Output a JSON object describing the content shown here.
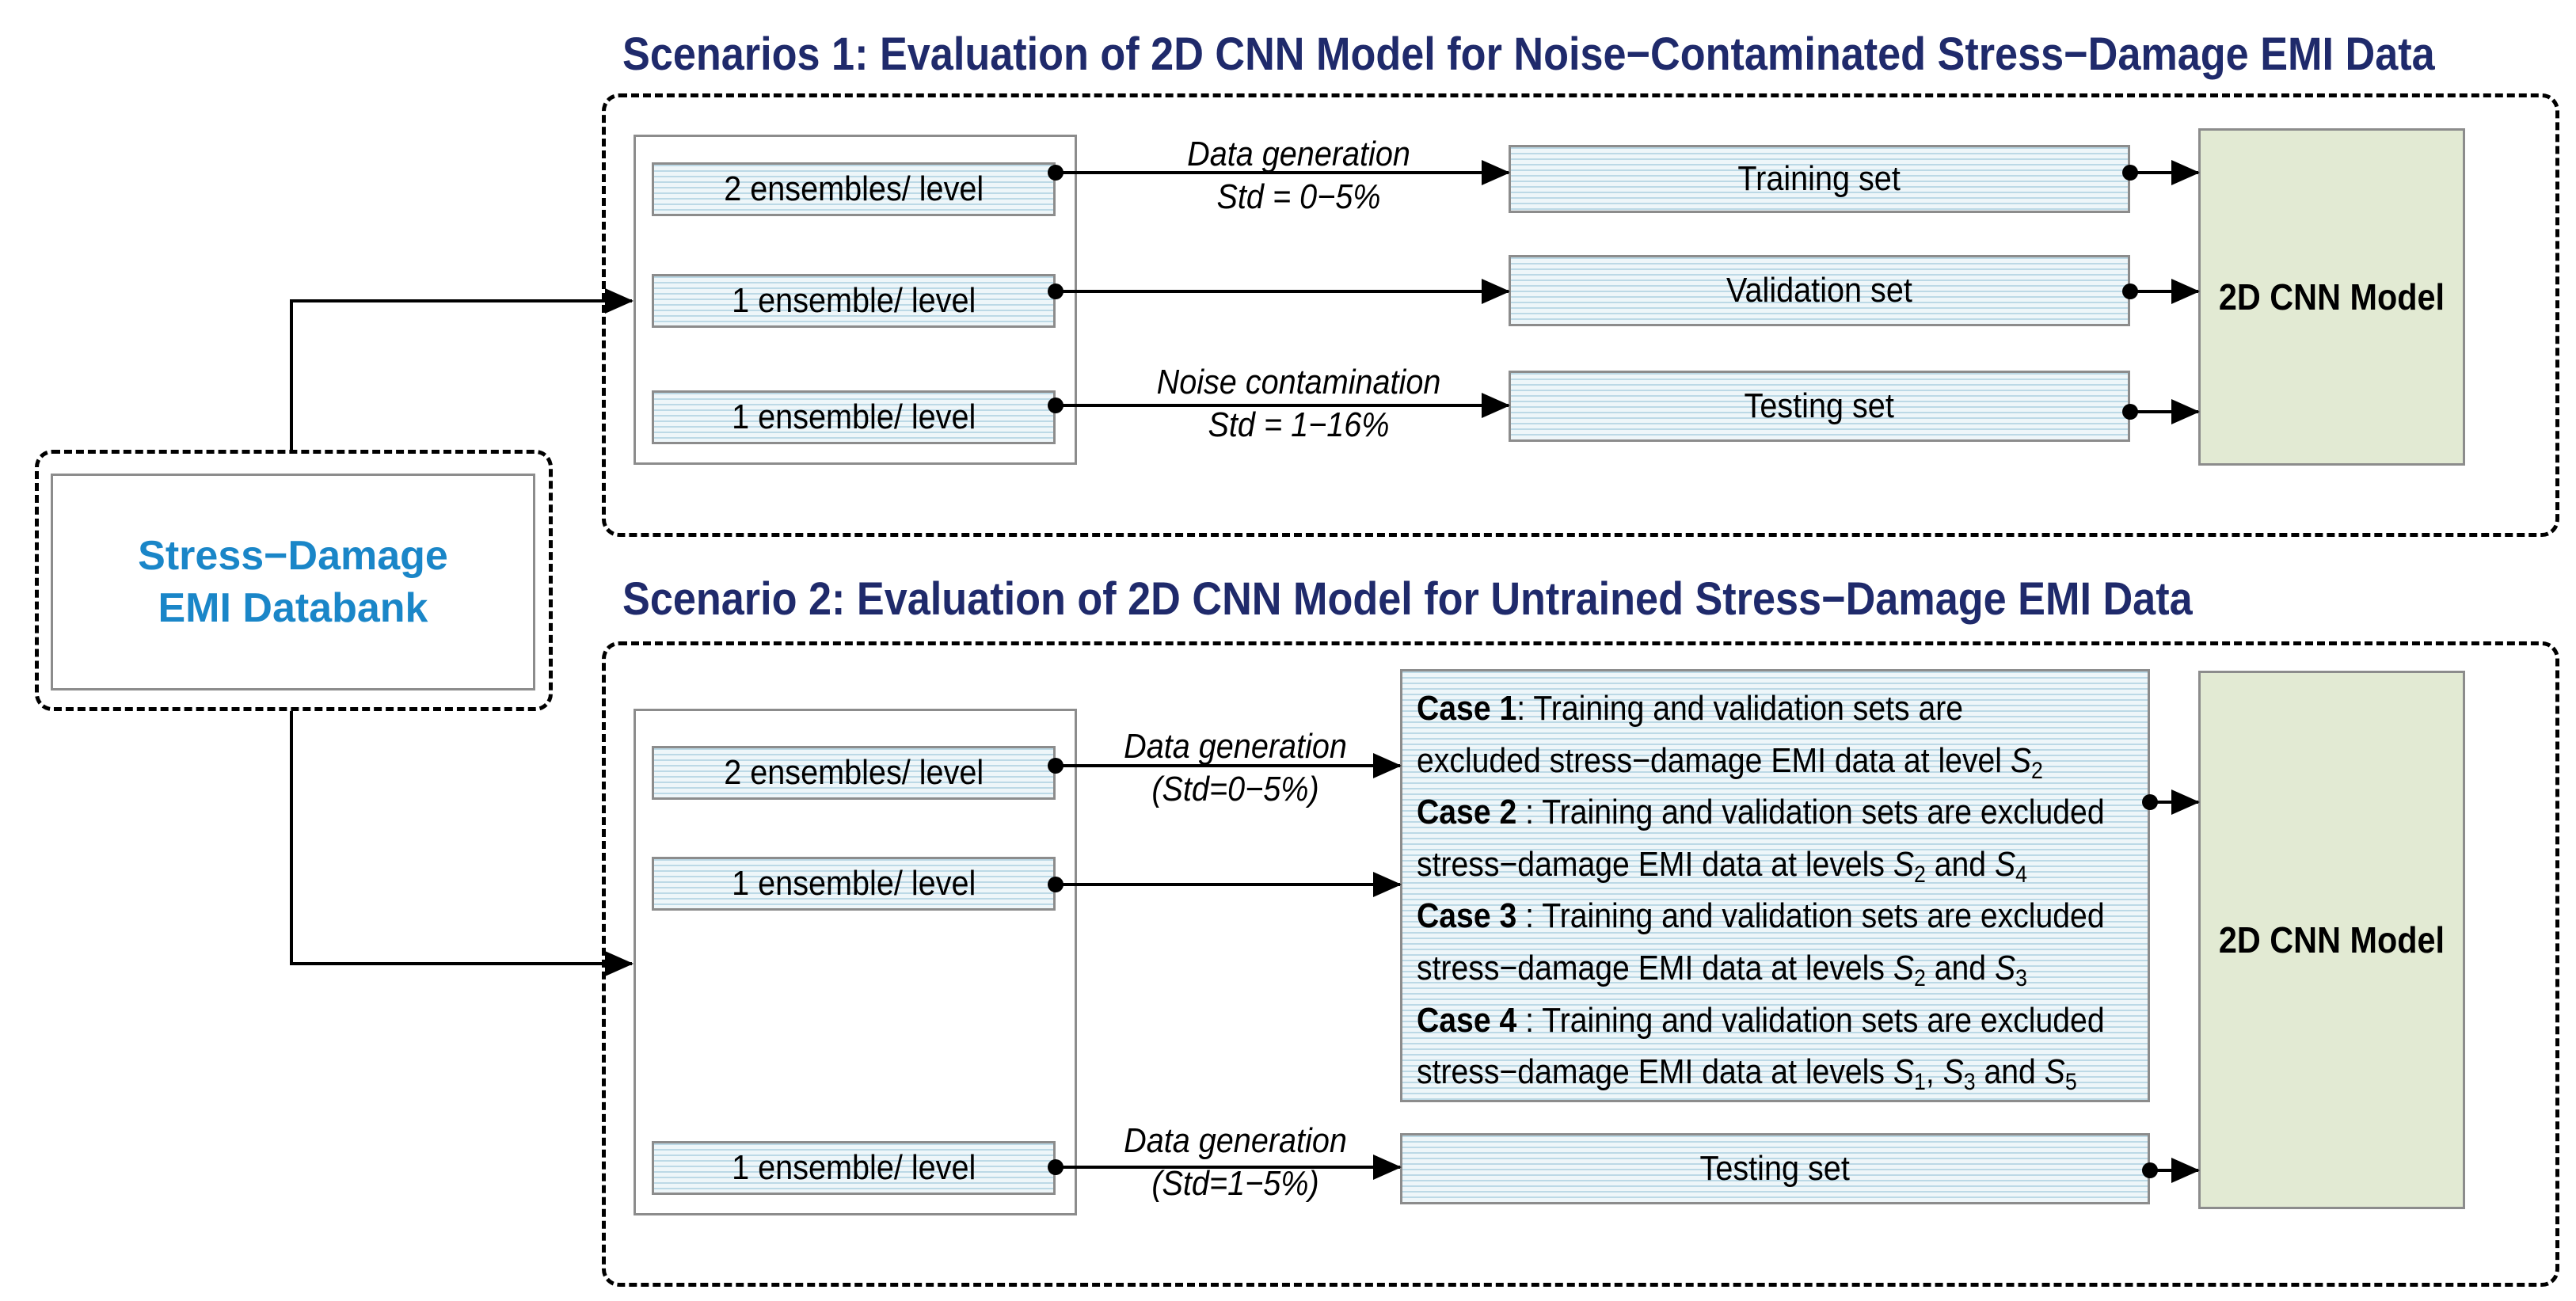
{
  "scenario1": {
    "title": "Scenarios 1: Evaluation of 2D CNN Model for Noise−Contaminated Stress−Damage EMI Data",
    "inputs": [
      "2 ensembles/ level",
      "1 ensemble/ level",
      "1 ensemble/ level"
    ],
    "edge_top": [
      "Data generation",
      "Std = 0−5%"
    ],
    "edge_bottom": [
      "Noise contamination",
      "Std = 1−16%"
    ],
    "sets": [
      "Training set",
      "Validation set",
      "Testing set"
    ],
    "model": "2D CNN Model"
  },
  "scenario2": {
    "title": "Scenario 2: Evaluation of 2D CNN Model for Untrained Stress−Damage EMI Data",
    "inputs": [
      "2 ensembles/ level",
      "1 ensemble/ level",
      "1 ensemble/ level"
    ],
    "edge_top": [
      "Data generation",
      "(Std=0−5%)"
    ],
    "edge_bottom": [
      "Data generation",
      "(Std=1−5%)"
    ],
    "cases": [
      {
        "label": "Case 1",
        "sep": ":  ",
        "line1": "Training and validation sets are",
        "line2": "excluded stress−damage EMI data at level ",
        "s": [
          "S",
          "2"
        ],
        "and": ""
      },
      {
        "label": "Case 2",
        "sep": " : ",
        "line1": "Training and validation sets are excluded",
        "line2": "stress−damage EMI data at levels ",
        "s1": [
          "S",
          "2"
        ],
        "mid": " and ",
        "s2": [
          "S",
          "4"
        ]
      },
      {
        "label": "Case 3",
        "sep": " : ",
        "line1": "Training and validation sets are excluded",
        "line2": "stress−damage EMI data at levels ",
        "s1": [
          "S",
          "2"
        ],
        "mid": " and ",
        "s2": [
          "S",
          "3"
        ]
      },
      {
        "label": "Case 4",
        "sep": " : ",
        "line1": "Training and validation sets are excluded",
        "line2": "stress−damage EMI data at levels ",
        "s1": [
          "S",
          "1"
        ],
        "c1": ", ",
        "s2": [
          "S",
          "3"
        ],
        "mid": " and ",
        "s3": [
          "S",
          "5"
        ]
      }
    ],
    "testing_set": "Testing set",
    "model": "2D CNN Model"
  },
  "databank": [
    "Stress−Damage",
    "EMI Databank"
  ],
  "colors": {
    "title": "#1f2a6b",
    "databank_text": "#1a86c8",
    "model_fill": "#e2ead3",
    "set_fill": "#eef6f9",
    "hatch": "#bcd9e6"
  }
}
